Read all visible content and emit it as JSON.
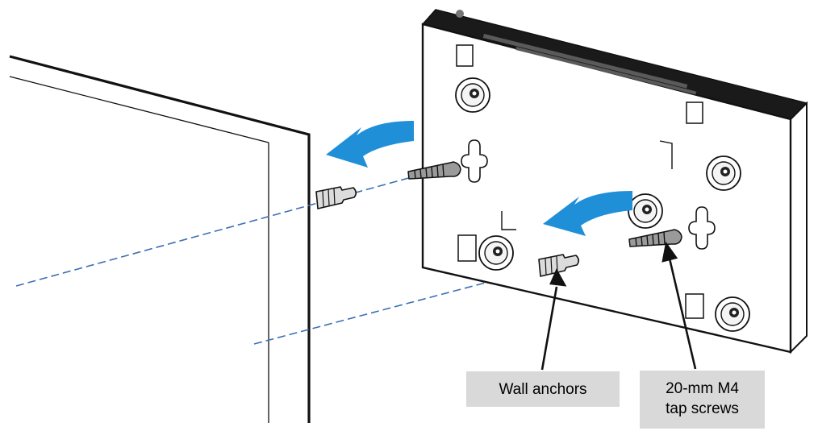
{
  "labels": {
    "wall_anchors": "Wall anchors",
    "tap_screws_line1": "20-mm M4",
    "tap_screws_line2": "tap screws"
  },
  "colors": {
    "line": "#111111",
    "arrow": "#1f8fd8",
    "guide": "#3a6fb3",
    "callout_bg": "#d9d9d9"
  }
}
